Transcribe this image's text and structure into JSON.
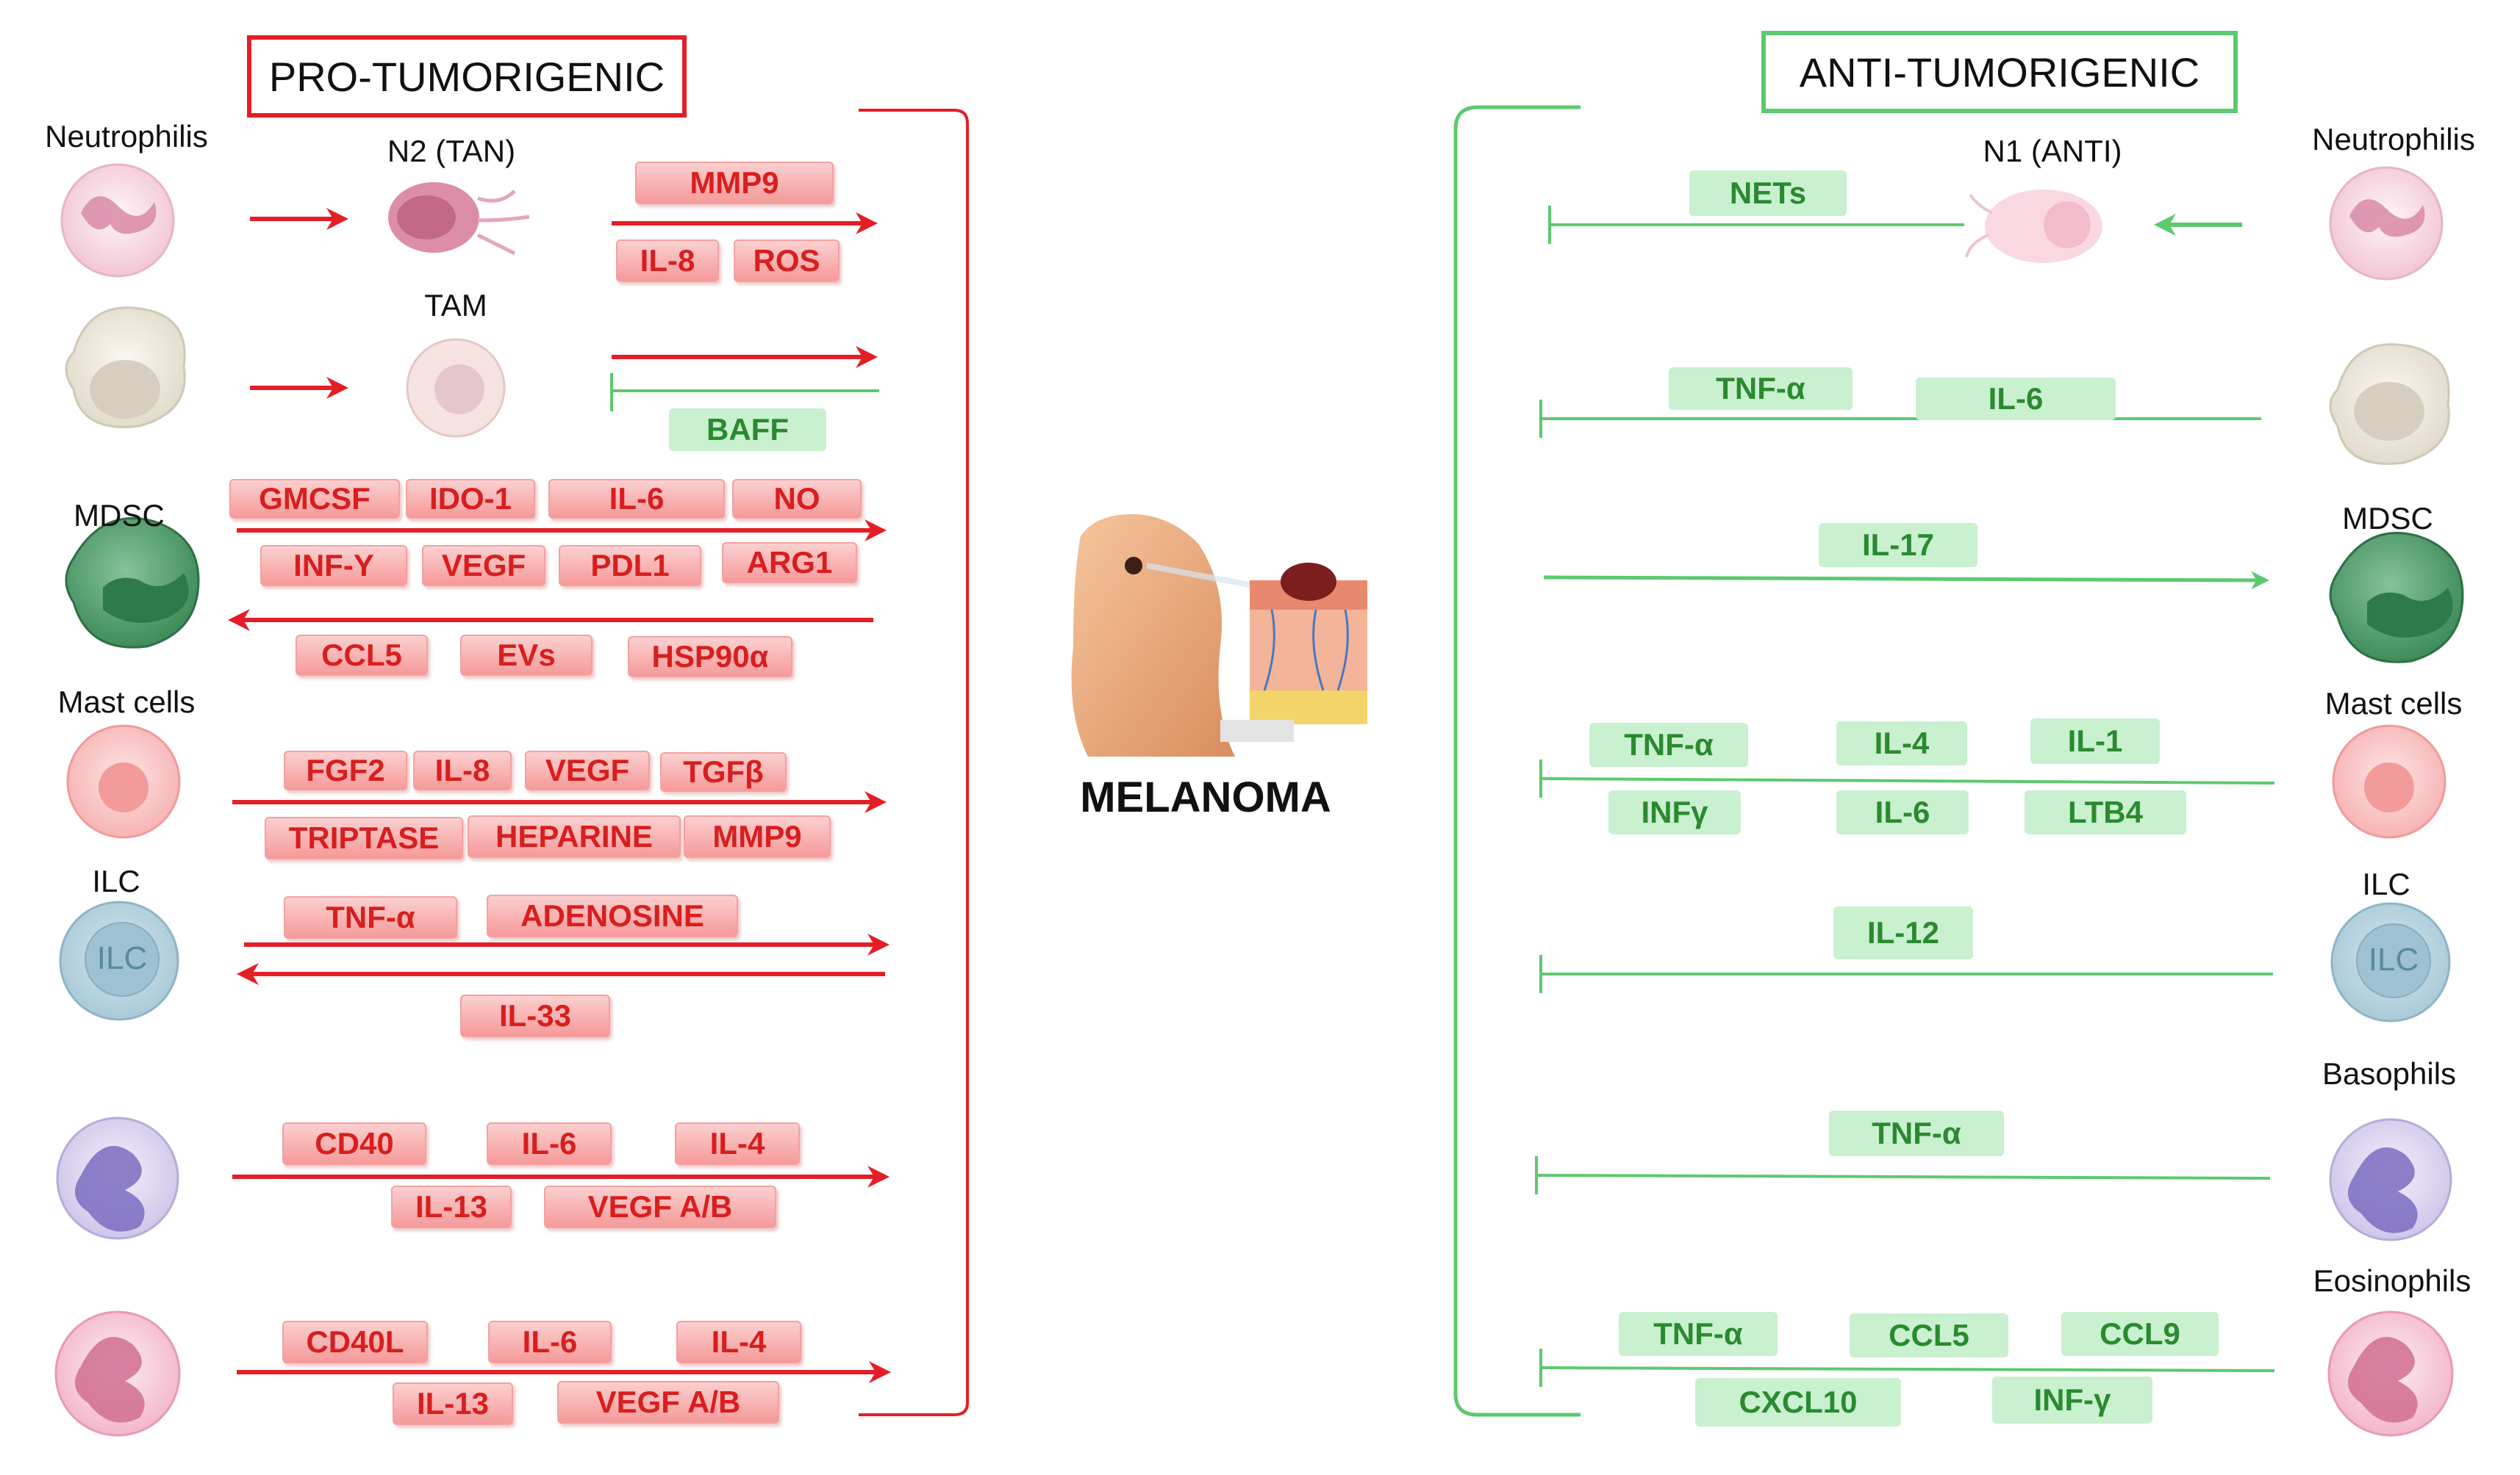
{
  "colors": {
    "pro": "#e41e26",
    "anti": "#5cc96f",
    "anti_text": "#2a8a2f"
  },
  "pro_title": "PRO-TUMORIGENIC",
  "anti_title": "ANTI-TUMORIGENIC",
  "center_label": "MELANOMA",
  "pro_cells": {
    "neutrophils": "Neutrophilis",
    "n2": "N2 (TAN)",
    "tam": "TAM",
    "mdsc": "MDSC",
    "mast": "Mast cells",
    "ilc": "ILC",
    "ilc_inner": "ILC"
  },
  "anti_cells": {
    "neutrophils": "Neutrophilis",
    "n1": "N1 (ANTI)",
    "mdsc": "MDSC",
    "mast": "Mast cells",
    "ilc": "ILC",
    "ilc_inner": "ILC",
    "basophils": "Basophils",
    "eosinophils": "Eosinophils"
  },
  "pro_tags": {
    "r1": [
      "MMP9",
      "IL-8",
      "ROS"
    ],
    "r2": [
      "BAFF"
    ],
    "r3_top": [
      "GMCSF",
      "IDO-1",
      "IL-6",
      "NO"
    ],
    "r3_mid": [
      "INF-Y",
      "VEGF",
      "PDL1",
      "ARG1"
    ],
    "r3_bot": [
      "CCL5",
      "EVs",
      "HSP90α"
    ],
    "r4_top": [
      "FGF2",
      "IL-8",
      "VEGF",
      "TGFβ"
    ],
    "r4_bot": [
      "TRIPTASE",
      "HEPARINE",
      "MMP9"
    ],
    "r5_top": [
      "TNF-α",
      "ADENOSINE"
    ],
    "r5_bot": [
      "IL-33"
    ],
    "r6_top": [
      "CD40",
      "IL-6",
      "IL-4"
    ],
    "r6_bot": [
      "IL-13",
      "VEGF A/B"
    ],
    "r7_top": [
      "CD40L",
      "IL-6",
      "IL-4"
    ],
    "r7_bot": [
      "IL-13",
      "VEGF A/B"
    ]
  },
  "anti_tags": {
    "r1": [
      "NETs"
    ],
    "r2": [
      "TNF-α",
      "IL-6"
    ],
    "r3": [
      "IL-17"
    ],
    "r4_top": [
      "TNF-α",
      "IL-4",
      "IL-1"
    ],
    "r4_bot": [
      "INFγ",
      "IL-6",
      "LTB4"
    ],
    "r5": [
      "IL-12"
    ],
    "r6": [
      "TNF-α"
    ],
    "r7_top": [
      "TNF-α",
      "CCL5",
      "CCL9"
    ],
    "r7_bot": [
      "CXCL10",
      "INF-γ"
    ]
  }
}
